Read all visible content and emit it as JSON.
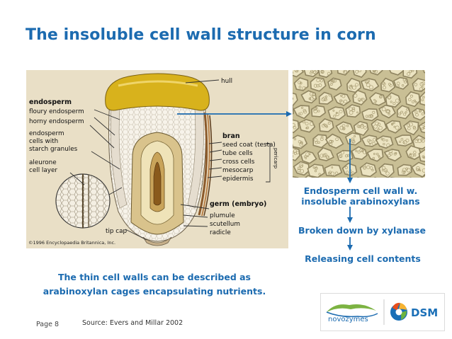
{
  "title": "The insoluble cell wall structure in corn",
  "diagram": {
    "labels": {
      "hull": "hull",
      "endosperm": "endosperm",
      "floury": "floury endosperm",
      "horny": "horny endosperm",
      "cells1": "endosperm",
      "cells2": "cells with",
      "cells3": "starch granules",
      "aleurone1": "aleurone",
      "aleurone2": "cell layer",
      "bran": "bran",
      "seedcoat": "seed coat (testa)",
      "tube": "tube cells",
      "cross": "cross cells",
      "mesocarp": "mesocarp",
      "epidermis": "epidermis",
      "pericarp": "pericarp",
      "germ": "germ (embryo)",
      "plumule": "plumule",
      "scutellum": "scutellum",
      "radicle": "radicle",
      "tipcap": "tip cap",
      "copyright": "©1996 Encyclopaedia Britannica, Inc."
    }
  },
  "flow": {
    "step1_line1": "Endosperm cell wall w.",
    "step1_line2": "insoluble arabinoxylans",
    "step2": "Broken down by xylanase",
    "step3": "Releasing cell contents"
  },
  "caption": {
    "line1": "The thin cell walls can be described as",
    "line2": "arabinoxylan cages encapsulating nutrients."
  },
  "footer": {
    "page": "Page 8",
    "source": "Source: Evers and Millar 2002"
  },
  "logos": {
    "novozymes": "novozymes",
    "dsm": "DSM"
  },
  "colors": {
    "accent": "#1c6bb0",
    "hull": "#d8b21c",
    "background_panel": "#e9dfc6"
  }
}
